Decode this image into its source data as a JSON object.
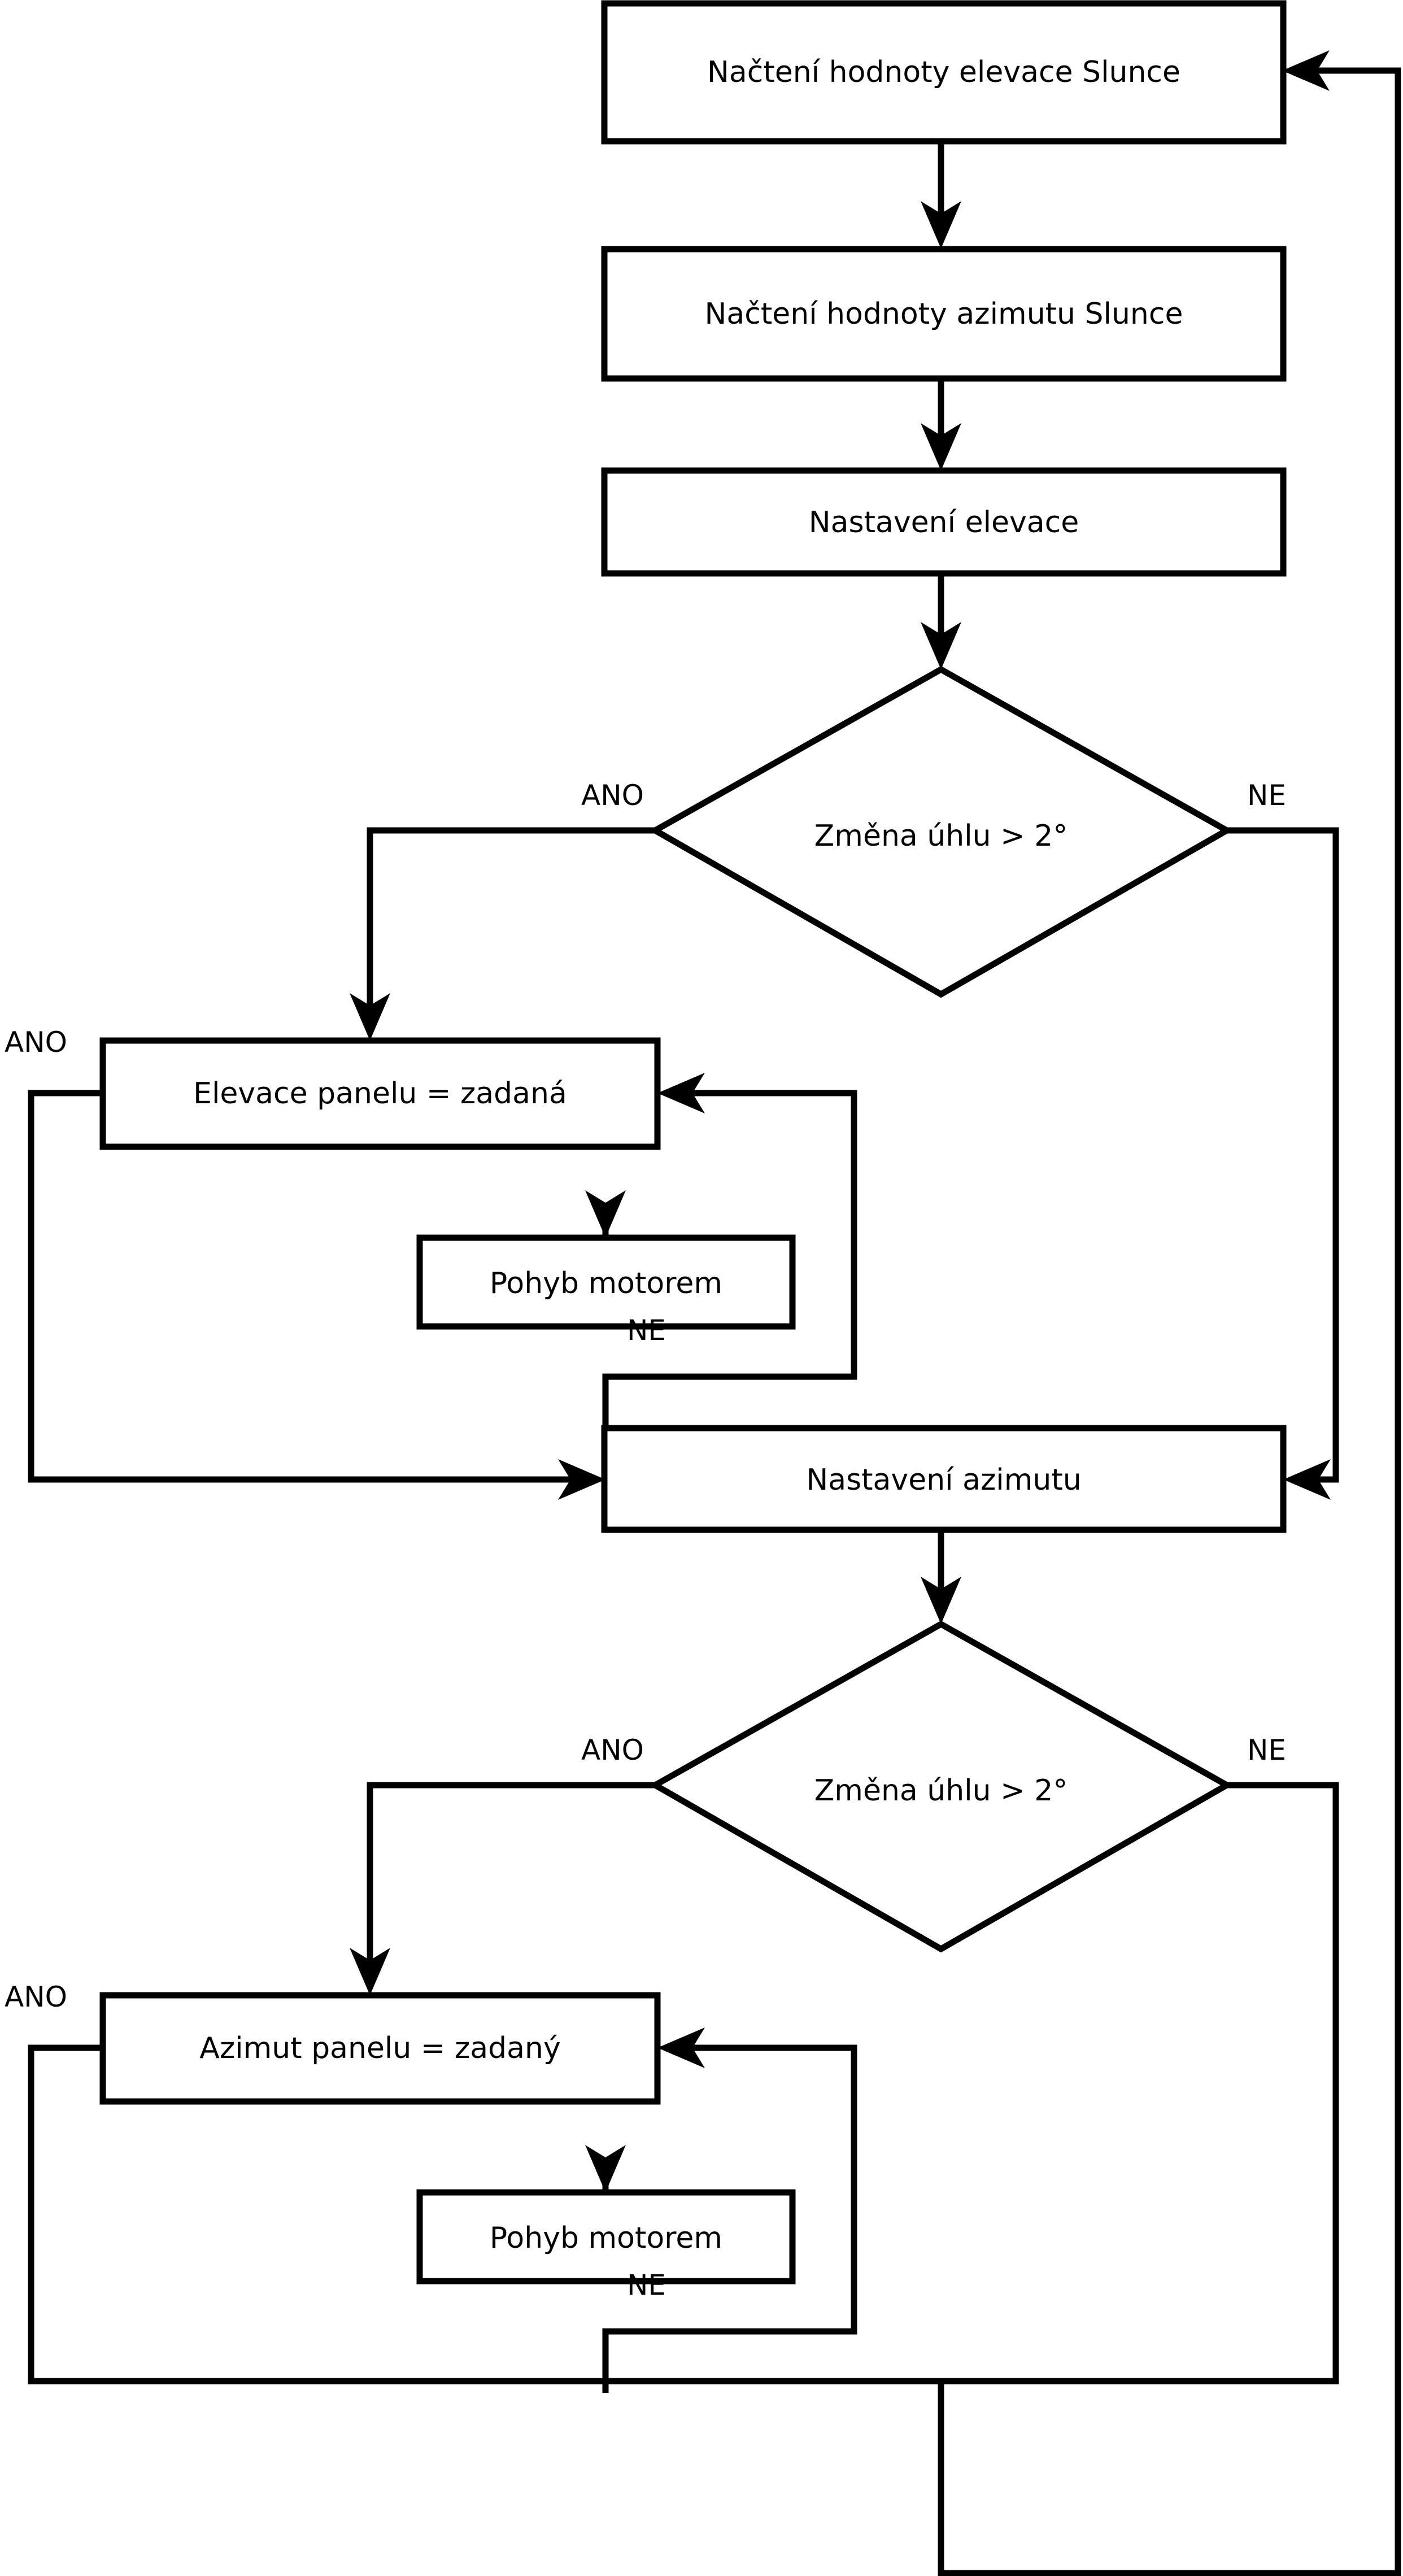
{
  "diagram": {
    "type": "flowchart",
    "language": "cs",
    "orientation": "top-to-bottom",
    "background_color": "#ffffff",
    "line_color": "#000000",
    "node_fill": "#ffffff"
  },
  "nodes": {
    "read_elevation": {
      "label": "Načtení hodnoty elevace Slunce",
      "shape": "process"
    },
    "read_azimuth": {
      "label": "Načtení hodnoty azimutu Slunce",
      "shape": "process"
    },
    "set_elevation": {
      "label": "Nastavení elevace",
      "shape": "process"
    },
    "decision_elevation": {
      "label": "Změna úhlu > 2°",
      "shape": "decision"
    },
    "panel_elevation_check": {
      "label": "Elevace panelu = zadaná",
      "shape": "process"
    },
    "motor_move_elevation": {
      "label": "Pohyb motorem",
      "shape": "process"
    },
    "set_azimuth": {
      "label": "Nastavení azimutu",
      "shape": "process"
    },
    "decision_azimuth": {
      "label": "Změna úhlu > 2°",
      "shape": "decision"
    },
    "panel_azimuth_check": {
      "label": "Azimut panelu = zadaný",
      "shape": "process"
    },
    "motor_move_azimuth": {
      "label": "Pohyb motorem",
      "shape": "process"
    }
  },
  "edge_labels": {
    "decision_elevation_yes": "ANO",
    "decision_elevation_no": "NE",
    "panel_elevation_yes": "ANO",
    "panel_elevation_no": "NE",
    "decision_azimuth_yes": "ANO",
    "decision_azimuth_no": "NE",
    "panel_azimuth_yes": "ANO",
    "panel_azimuth_no": "NE"
  },
  "edges": [
    {
      "from": "read_elevation",
      "to": "read_azimuth",
      "label": ""
    },
    {
      "from": "read_azimuth",
      "to": "set_elevation",
      "label": ""
    },
    {
      "from": "set_elevation",
      "to": "decision_elevation",
      "label": ""
    },
    {
      "from": "decision_elevation",
      "to": "panel_elevation_check",
      "label": "ANO"
    },
    {
      "from": "decision_elevation",
      "to": "set_azimuth",
      "label": "NE"
    },
    {
      "from": "panel_elevation_check",
      "to": "motor_move_elevation",
      "label": "NE"
    },
    {
      "from": "motor_move_elevation",
      "to": "panel_elevation_check",
      "label": ""
    },
    {
      "from": "panel_elevation_check",
      "to": "set_azimuth",
      "label": "ANO"
    },
    {
      "from": "set_azimuth",
      "to": "decision_azimuth",
      "label": ""
    },
    {
      "from": "decision_azimuth",
      "to": "panel_azimuth_check",
      "label": "ANO"
    },
    {
      "from": "decision_azimuth",
      "to": "read_elevation",
      "label": "NE"
    },
    {
      "from": "panel_azimuth_check",
      "to": "motor_move_azimuth",
      "label": "NE"
    },
    {
      "from": "motor_move_azimuth",
      "to": "panel_azimuth_check",
      "label": ""
    },
    {
      "from": "panel_azimuth_check",
      "to": "read_elevation",
      "label": "ANO"
    }
  ]
}
